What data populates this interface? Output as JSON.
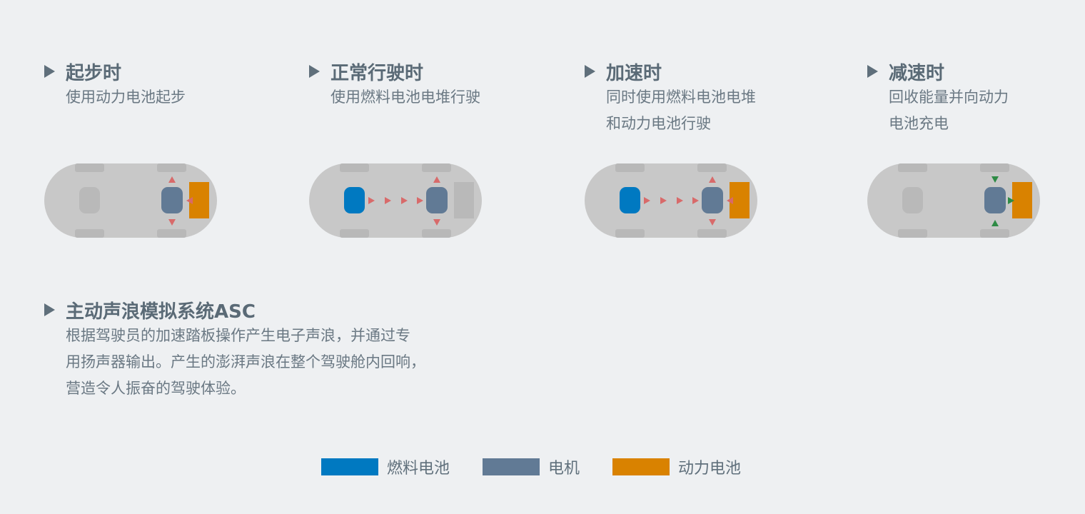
{
  "modes": [
    {
      "title": "起步时",
      "desc": "使用动力电池起步"
    },
    {
      "title": "正常行驶时",
      "desc": "使用燃料电池电堆行驶"
    },
    {
      "title": "加速时",
      "desc": "同时使用燃料电池电堆\n和动力电池行驶"
    },
    {
      "title": "减速时",
      "desc": "回收能量并向动力\n电池充电"
    }
  ],
  "asc": {
    "title": "主动声浪模拟系统ASC",
    "desc": "根据驾驶员的加速踏板操作产生电子声浪，并通过专\n用扬声器输出。产生的澎湃声浪在整个驾驶舱内回响，\n营造令人振奋的驾驶体验。"
  },
  "legend": [
    {
      "label": "燃料电池",
      "color": "#0079c1"
    },
    {
      "label": "电机",
      "color": "#617a95"
    },
    {
      "label": "动力电池",
      "color": "#d98200"
    }
  ]
}
